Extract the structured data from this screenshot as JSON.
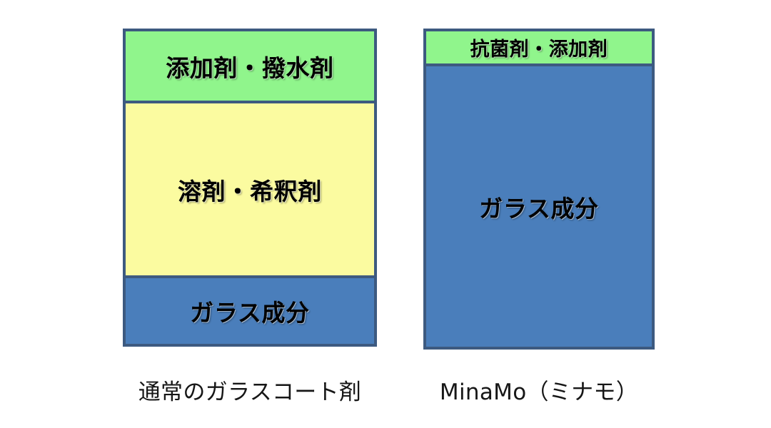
{
  "figure": {
    "type": "comparison-stacked-composition",
    "background_color": "#ffffff",
    "palette": {
      "green": "#90f58c",
      "yellow": "#fbfba0",
      "blue": "#4a7ebb",
      "border": "#3d5a80",
      "text": "#000000",
      "caption_text": "#161616"
    }
  },
  "columns": [
    {
      "id": "conventional",
      "caption": "通常のガラスコート剤",
      "segments": [
        {
          "label": "添加剤・撥水剤",
          "color": "#90f58c",
          "share_pct": 23
        },
        {
          "label": "溶剤・希釈剤",
          "color": "#fbfba0",
          "share_pct": 55
        },
        {
          "label": "ガラス成分",
          "color": "#4a7ebb",
          "share_pct": 22
        }
      ]
    },
    {
      "id": "minamo",
      "caption": "MinaMo（ミナモ）",
      "segments": [
        {
          "label": "抗菌剤・添加剤",
          "color": "#90f58c",
          "share_pct": 12
        },
        {
          "label": "ガラス成分",
          "color": "#4a7ebb",
          "share_pct": 88
        }
      ]
    }
  ],
  "chart_data": {
    "type": "bar",
    "title": "",
    "xlabel": "",
    "ylabel": "",
    "categories": [
      "通常のガラスコート剤",
      "MinaMo（ミナモ）"
    ],
    "stacked": true,
    "grid": false,
    "legend": "none",
    "ylim": [
      0,
      100
    ],
    "series": [
      {
        "name": "添加剤・撥水剤 / 抗菌剤・添加剤",
        "color": "#90f58c",
        "values": [
          23,
          12
        ]
      },
      {
        "name": "溶剤・希釈剤",
        "color": "#fbfba0",
        "values": [
          55,
          0
        ]
      },
      {
        "name": "ガラス成分",
        "color": "#4a7ebb",
        "values": [
          22,
          88
        ]
      }
    ]
  }
}
